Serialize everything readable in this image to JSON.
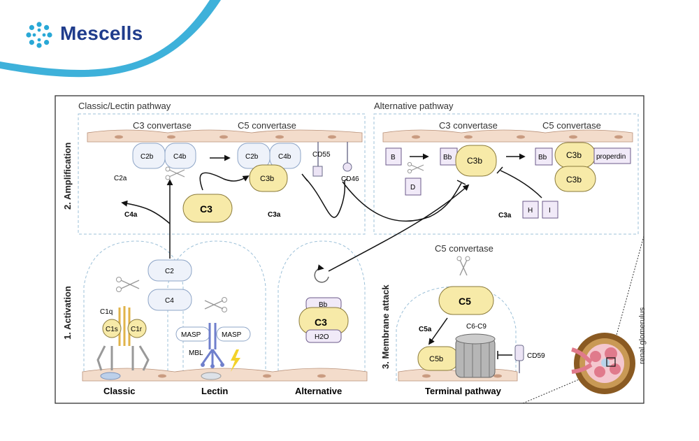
{
  "brand": {
    "name": "Mescells"
  },
  "sections": {
    "classic_lectin": "Classic/Lectin pathway",
    "alternative": "Alternative pathway",
    "amplification": "2. Amplification",
    "activation": "1. Activation",
    "membrane_attack": "3. Membrane attack"
  },
  "labels": {
    "c3_convertase_left": "C3 convertase",
    "c5_convertase_left": "C5 convertase",
    "c3_convertase_right": "C3 convertase",
    "c5_convertase_right": "C5 convertase",
    "c5_convertase_terminal": "C5 convertase",
    "classic": "Classic",
    "lectin": "Lectin",
    "alternative_bottom": "Alternative",
    "terminal": "Terminal pathway",
    "renal": "renal glomerulus"
  },
  "molecules": {
    "c2b": "C2b",
    "c4b": "C4b",
    "c2a": "C2a",
    "c4a": "C4a",
    "c3": "C3",
    "c3b": "C3b",
    "c3a": "C3a",
    "cd55": "CD55",
    "cd46": "CD46",
    "b": "B",
    "d": "D",
    "bb": "Bb",
    "h": "H",
    "i": "I",
    "properdin": "properdin",
    "c2": "C2",
    "c4": "C4",
    "c1q": "C1q",
    "c1s": "C1s",
    "c1r": "C1r",
    "masp": "MASP",
    "mbl": "MBL",
    "h2o": "H2O",
    "c5": "C5",
    "c5a": "C5a",
    "c5b": "C5b",
    "c6c9": "C6-C9",
    "cd59": "CD59"
  },
  "colors": {
    "brand_blue": "#1f3c8c",
    "accent_teal": "#29a8d6",
    "dashed_border": "#9cc0d8",
    "cell_membrane": "#f3dccb",
    "yellow_molecule": "#f7eaa8",
    "light_blue_molecule": "#eef2fa",
    "purple_box": "#f1eaf8",
    "orange_fragment": "#e9825e",
    "c2a_blue": "#bccde0"
  }
}
